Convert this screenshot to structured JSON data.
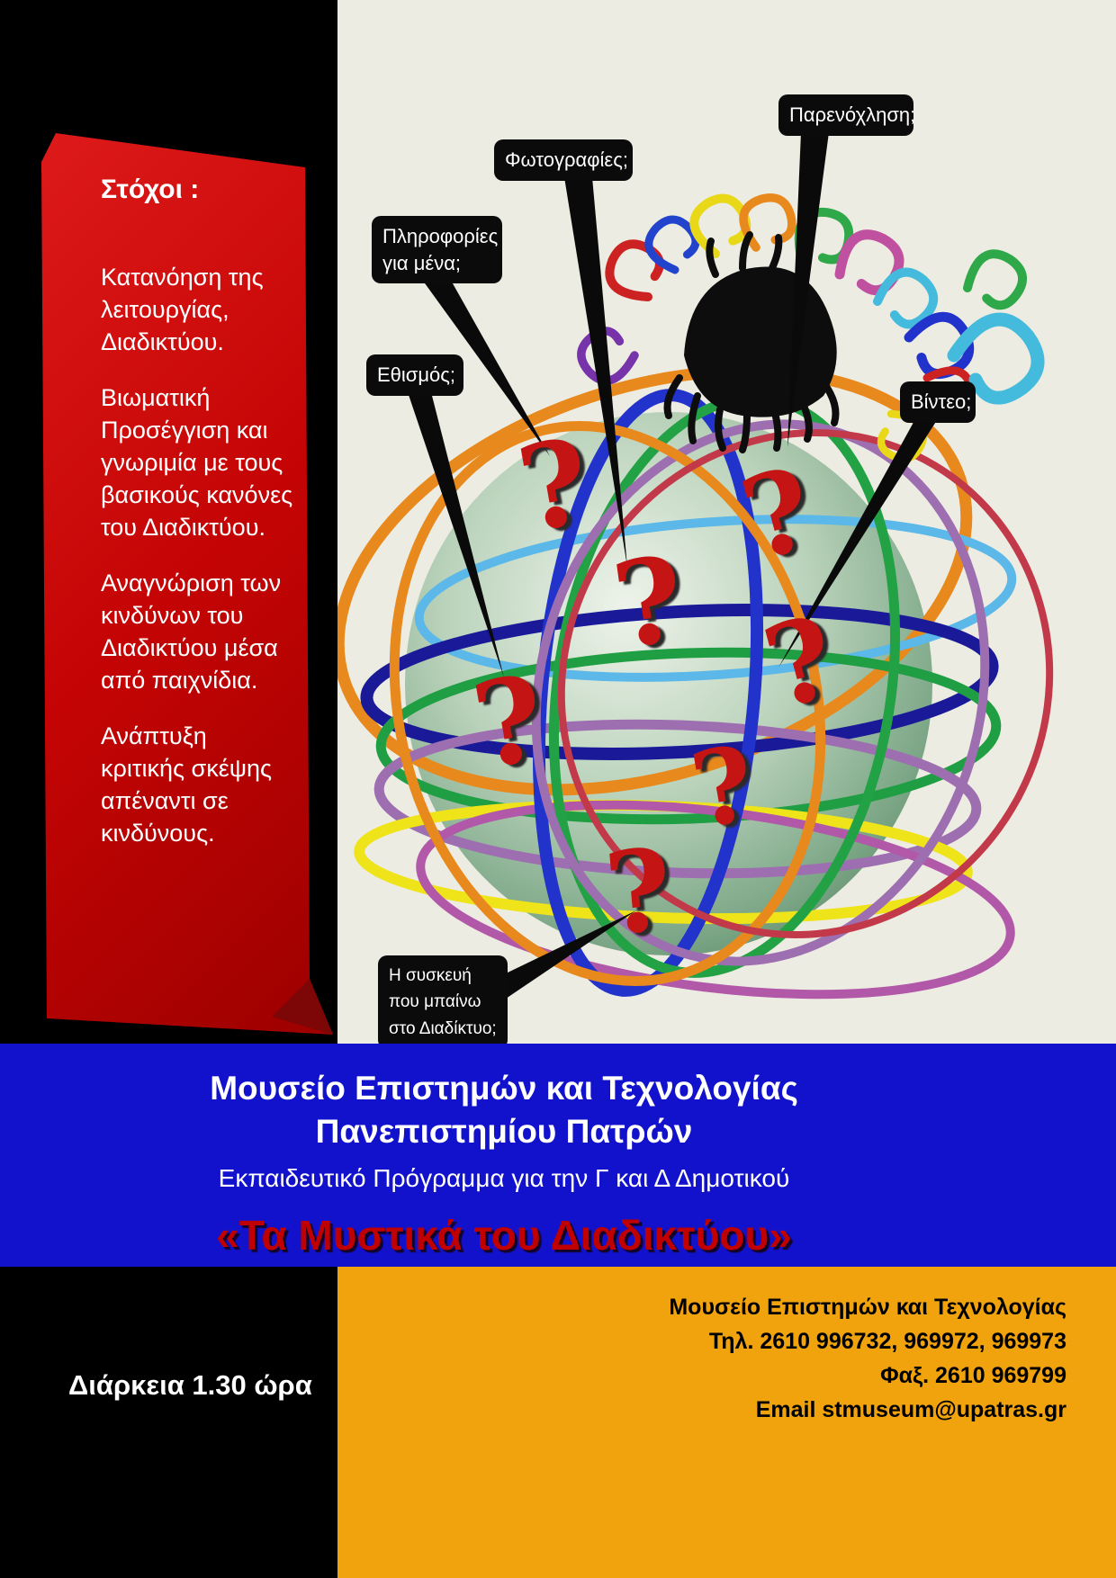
{
  "goals": {
    "heading": "Στόχοι :",
    "items": [
      "Κατανόηση της λειτουργίας, Διαδικτύου.",
      "Βιωματική Προσέγγιση και γνωριμία με τους βασικούς κανόνες του Διαδικτύου.",
      "Αναγνώριση των  κινδύνων του Διαδικτύου μέσα από παιχνίδια.",
      "Ανάπτυξη κριτικής σκέψης απέναντι σε κινδύνους."
    ]
  },
  "callouts": {
    "harassment": "Παρενόχληση;",
    "photos": "Φωτογραφίες;",
    "info_about_me": "Πληροφορίες για μένα;",
    "addiction": "Εθισμός;",
    "video": "Βίντεο;",
    "device": "Η συσκευή που μπαίνω  στο Διαδίκτυο;"
  },
  "question_mark": "?",
  "banner": {
    "museum_line1": "Μουσείο  Επιστημών και Τεχνολογίας",
    "museum_line2": "Πανεπιστημίου Πατρών",
    "program_info": "Εκπαιδευτικό Πρόγραμμα για την Γ και Δ Δημοτικού",
    "program_title": "«Τα Μυστικά του Διαδικτύου»"
  },
  "footer": {
    "duration": "Διάρκεια  1.30 ώρα",
    "contact_lines": [
      "Μουσείο Επιστημών και Τεχνολογίας",
      "Τηλ. 2610 996732, 969972, 969973",
      "Φαξ. 2610 969799",
      "Email stmuseum@upatras.gr"
    ]
  },
  "colors": {
    "ribbon_red": "#C00000",
    "banner_blue": "#1212CC",
    "footer_orange": "#F0A30C",
    "title_red": "#CC0000",
    "background_black": "#000000",
    "canvas_cream": "#EDECE2",
    "question_mark_red": "#C41414"
  }
}
